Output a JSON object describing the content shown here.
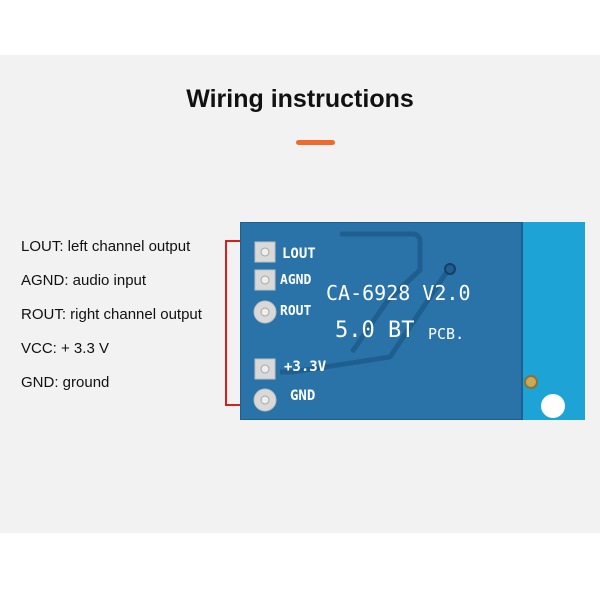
{
  "title": "Wiring instructions",
  "colors": {
    "accent": "#f06a2a",
    "bracket": "#d81e1e",
    "pcb_blue": "#2a73a8",
    "antenna_blue": "#1da3d6",
    "silkscreen": "#ffffff"
  },
  "pin_descriptions": [
    "LOUT: left channel output",
    "AGND: audio input",
    "ROUT: right channel output",
    "VCC: + 3.3 V",
    "GND: ground"
  ],
  "board": {
    "pin_labels": [
      "LOUT",
      "AGND",
      "ROUT",
      "+3.3V",
      "GND"
    ],
    "model_text": "CA-6928 V2.0",
    "bt_text": "5.0 BT",
    "pcb_text": "PCB."
  }
}
